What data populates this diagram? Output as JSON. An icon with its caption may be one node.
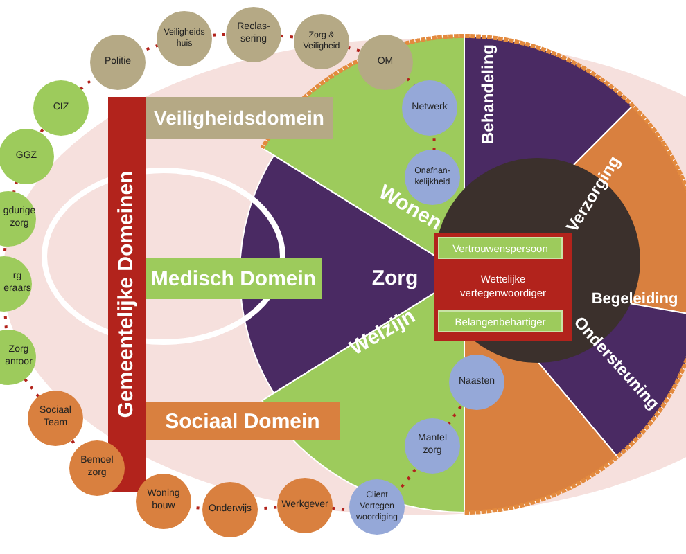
{
  "diagram": {
    "nodes": [
      {
        "text": [
          "Politie"
        ]
      },
      {
        "text": [
          "Veiligheids huis"
        ]
      },
      {
        "text": [
          "Reclas-sering"
        ]
      },
      {
        "text": [
          "Zorg & Veiligheid"
        ]
      },
      {
        "text": [
          "OM"
        ]
      },
      {
        "text": [
          "Netwerk"
        ]
      },
      {
        "text": [
          "Onafhan-kelijkheid"
        ]
      },
      {
        "text": [
          "CIZ"
        ]
      },
      {
        "text": [
          "GGZ"
        ]
      },
      {
        "text": [
          "gdurige zorg"
        ]
      },
      {
        "text": [
          "rg eraars"
        ]
      },
      {
        "text": [
          "Zorg antoor"
        ]
      },
      {
        "text": [
          "Gemeentelijke Domeinen"
        ]
      },
      {
        "text": [
          "Veiligheidsdomein"
        ]
      },
      {
        "text": [
          "Medisch Domein"
        ]
      },
      {
        "text": [
          "Sociaal Domein"
        ]
      },
      {
        "text": [
          "Wettelijke vertegenwoordiger"
        ]
      },
      {
        "text": [
          "Vertrouwenspersoon"
        ],
        "in": 16
      },
      {
        "text": [
          "Belangenbehartiger"
        ],
        "in": 16
      },
      {
        "text": [
          "Naasten"
        ]
      },
      {
        "text": [
          "Mantel zorg"
        ]
      },
      {
        "text": [
          "Sociaal Team"
        ]
      },
      {
        "text": [
          "Bemoel zorg"
        ]
      },
      {
        "text": [
          "Woning bouw"
        ]
      },
      {
        "text": [
          "Onderwijs"
        ]
      },
      {
        "text": [
          "Werkgever"
        ]
      },
      {
        "text": [
          "Client Vertegen woordiging"
        ]
      }
    ],
    "labels": [
      "Behandeling",
      "Verzorging",
      "Wonen",
      "Zorg",
      "Begeleiding",
      "Welzijn",
      "Ondersteuning"
    ]
  }
}
